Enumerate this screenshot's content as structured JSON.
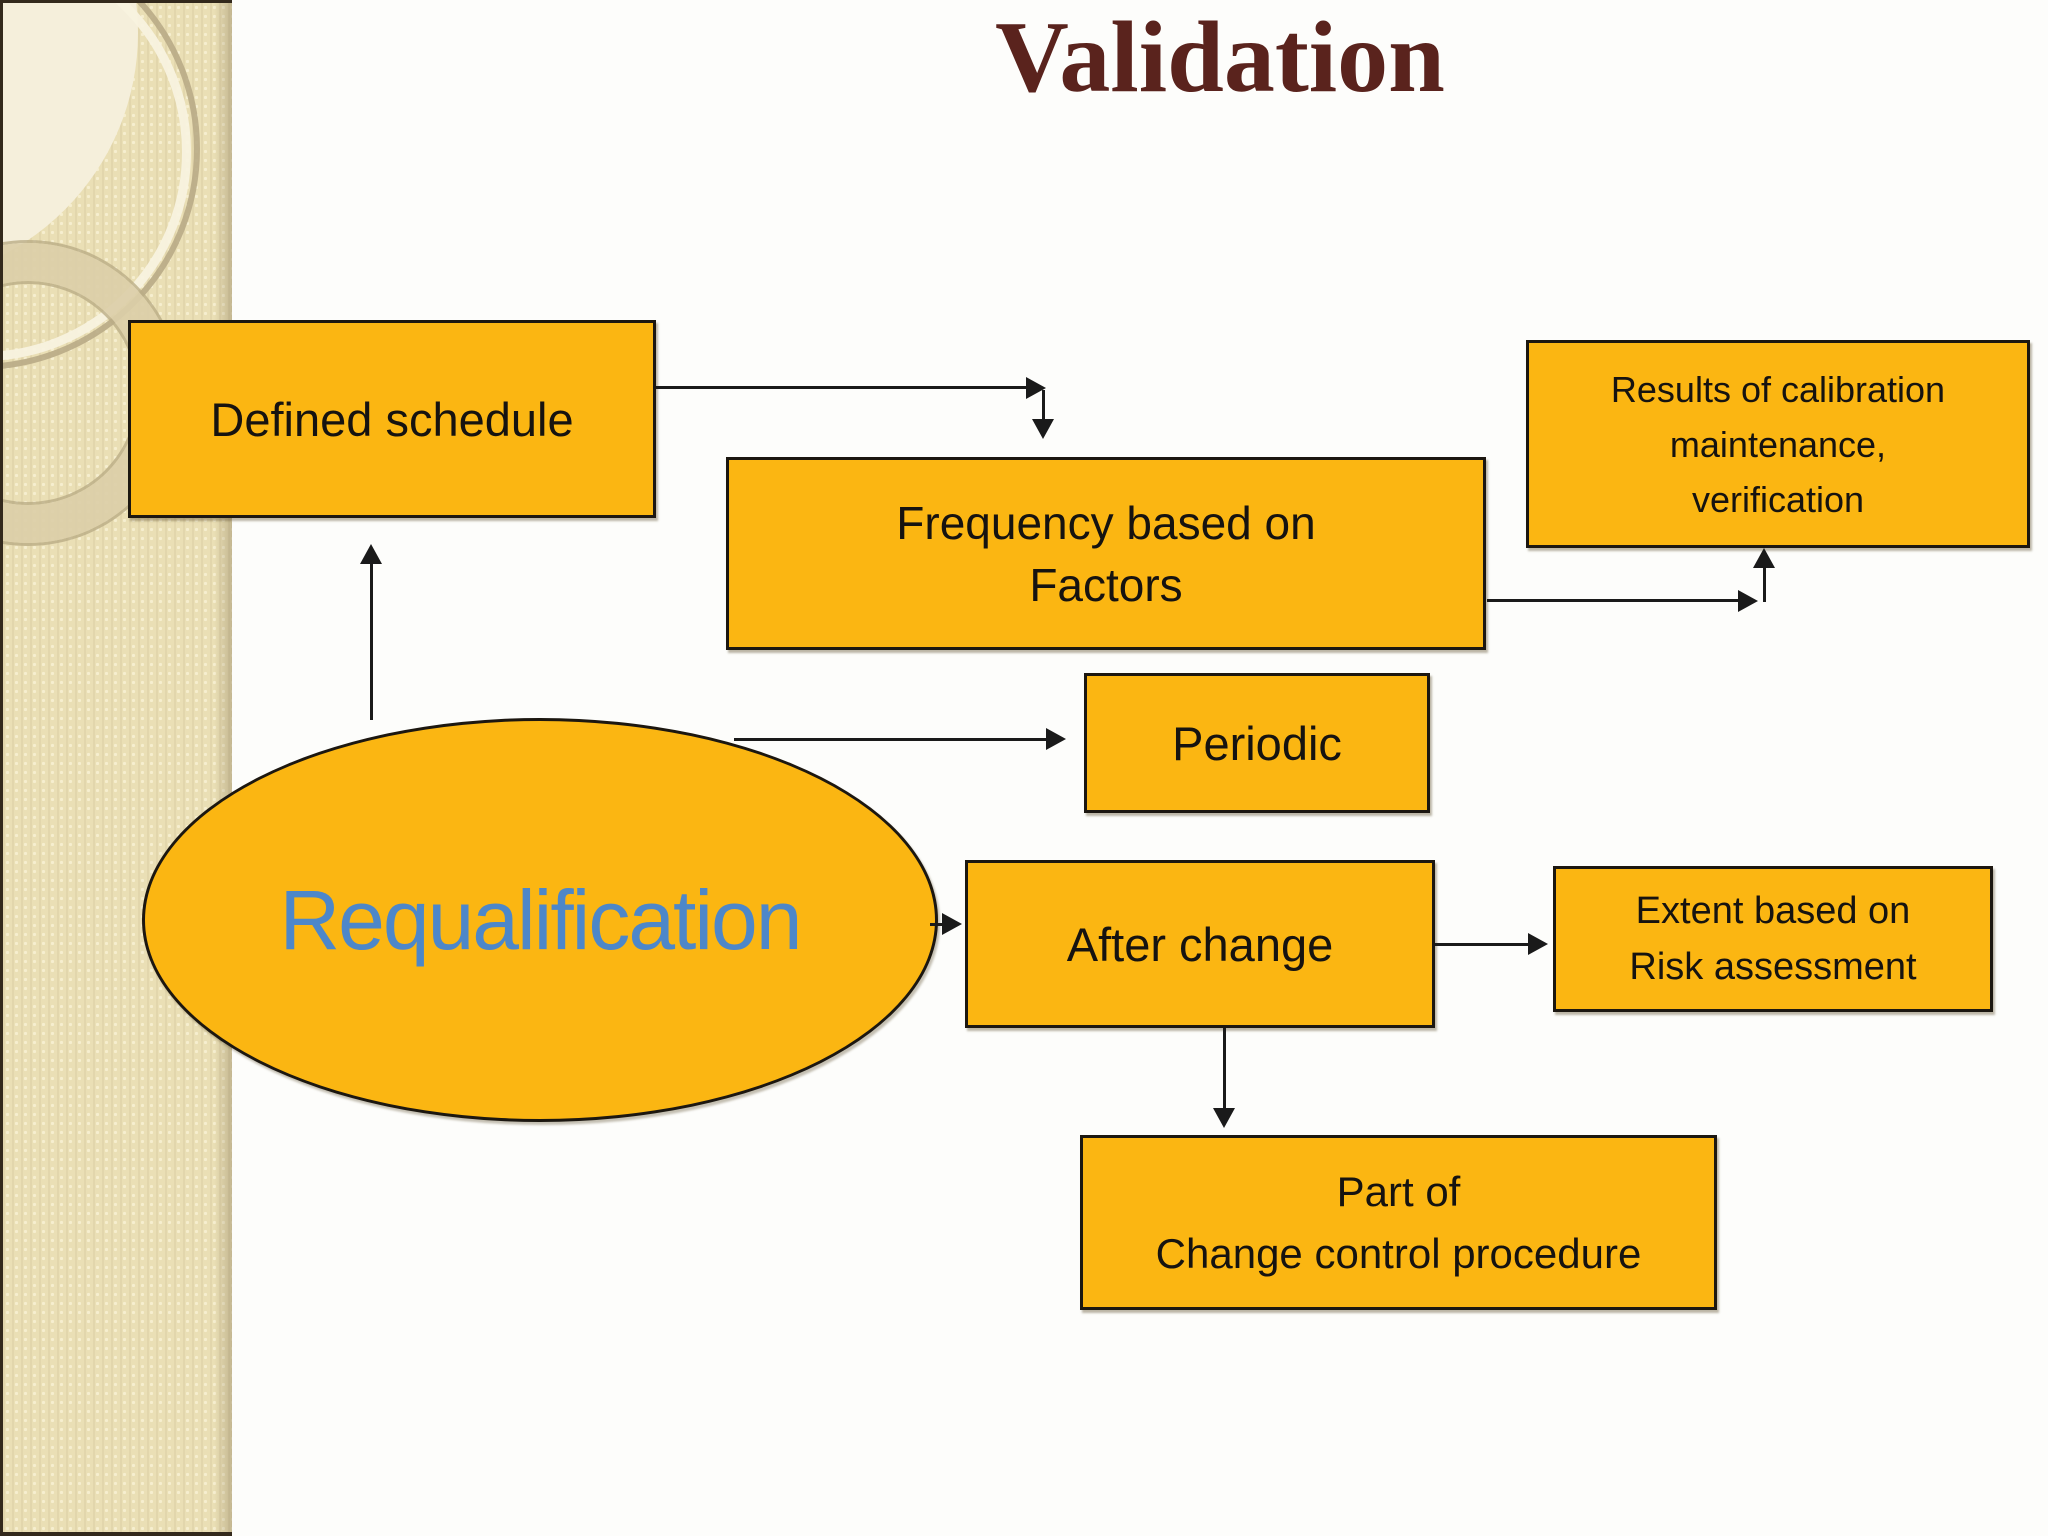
{
  "slide": {
    "title": "Validation"
  },
  "colors": {
    "node_fill": "#fbb612",
    "node_border": "#1c1710",
    "node_text": "#161310",
    "title_text": "#5a231d",
    "ellipse_label_text": "#4d87c9",
    "sidebar_base": "#eadfb5",
    "sidebar_light": "#f5efdb",
    "connector": "#1a1a1a",
    "background": "#fdfdfb"
  },
  "ellipse": {
    "label": "Requalification"
  },
  "boxes": [
    {
      "id": "defined-schedule",
      "lines": [
        "Defined schedule"
      ]
    },
    {
      "id": "frequency-factors",
      "lines": [
        "Frequency based on",
        "Factors"
      ]
    },
    {
      "id": "results-calibration",
      "lines": [
        "Results of calibration",
        "maintenance,",
        "verification"
      ]
    },
    {
      "id": "periodic",
      "lines": [
        "Periodic"
      ]
    },
    {
      "id": "after-change",
      "lines": [
        "After change"
      ]
    },
    {
      "id": "extent-risk",
      "lines": [
        "Extent based on",
        "Risk assessment"
      ]
    },
    {
      "id": "change-control",
      "lines": [
        "Part of",
        "Change control procedure"
      ]
    }
  ]
}
